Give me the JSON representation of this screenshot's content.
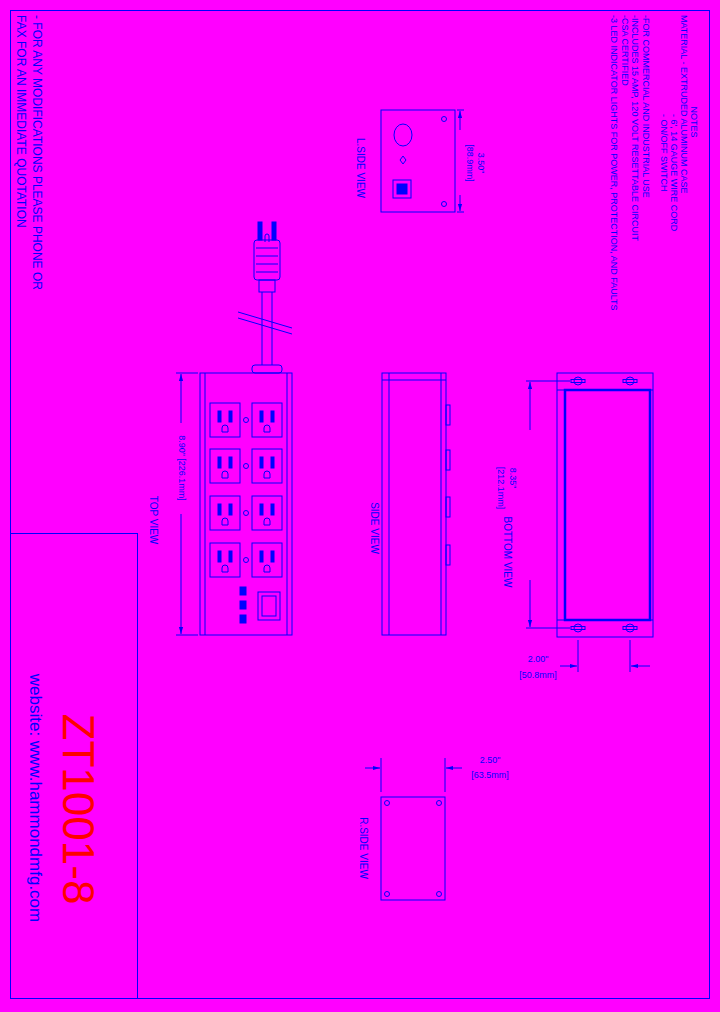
{
  "diagram": {
    "nodes": [
      {
        "text": [
          "ZT1001-8",
          "website: www.hammondmfg.com"
        ]
      }
    ],
    "labels": [
      "NOTES",
      "MATERIAL - EXTRUDED ALUMINUM CASE",
      "- 6', 14 GAUGE WIRE CORD",
      "- ON/OFF SWITCH",
      "-FOR COMMERCIAL AND INDUSTRIAL USE",
      "-INCLUDES 15 AMP, 120 VOLT RESETTABLE CIRCUIT",
      "-CSA CERTIFIED",
      "-3 LED INDICATOR LIGHTS FOR POWER, PROTECTION, AND FAULTS",
      "- FOR ANY MODIFICATIONS PLEASE PHONE OR",
      "FAX FOR AN IMMEDIATE QUOTATION",
      "3.50\"",
      "[88.9mm]",
      "L.SIDE VIEW",
      "8.90\" [226.1mm]",
      "TOP VIEW",
      "SIDE VIEW",
      "8.35\"",
      "[212.1mm]",
      "BOTTOM VIEW",
      "2.00\"",
      "[50.8mm]",
      "2.50\"",
      "[63.5mm]",
      "R.SIDE VIEW"
    ]
  }
}
